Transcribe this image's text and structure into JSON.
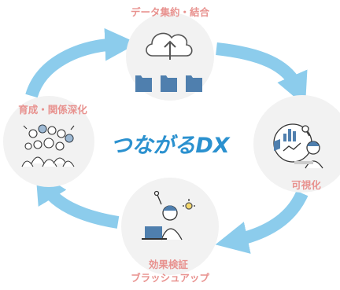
{
  "center": {
    "title": "つながるDX"
  },
  "nodes": [
    {
      "id": "data",
      "label_lines": [
        "データ集約・結合"
      ],
      "icon": "cloud-upload-folders-icon"
    },
    {
      "id": "visualize",
      "label_lines": [
        "可視化"
      ],
      "icon": "person-analyzing-charts-icon"
    },
    {
      "id": "verify",
      "label_lines": [
        "効果検証",
        "ブラッシュアップ"
      ],
      "icon": "person-idea-laptop-icon"
    },
    {
      "id": "nurture",
      "label_lines": [
        "育成・関係深化"
      ],
      "icon": "crowd-of-people-icon"
    }
  ],
  "colors": {
    "arrow": "#8cccec",
    "node_fill": "#f2f2f2",
    "label": "#e8928f",
    "title": "#2b91cf",
    "icon_blue": "#4f7fae",
    "line": "#333333"
  }
}
